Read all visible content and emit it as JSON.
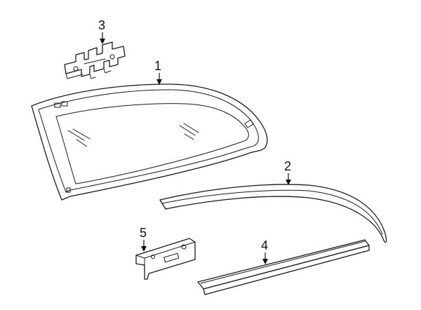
{
  "callouts": {
    "part_1": "1",
    "part_2": "2",
    "part_3": "3",
    "part_4": "4",
    "part_5": "5"
  },
  "colors": {
    "line": "#1a1a1a",
    "background": "#ffffff"
  }
}
